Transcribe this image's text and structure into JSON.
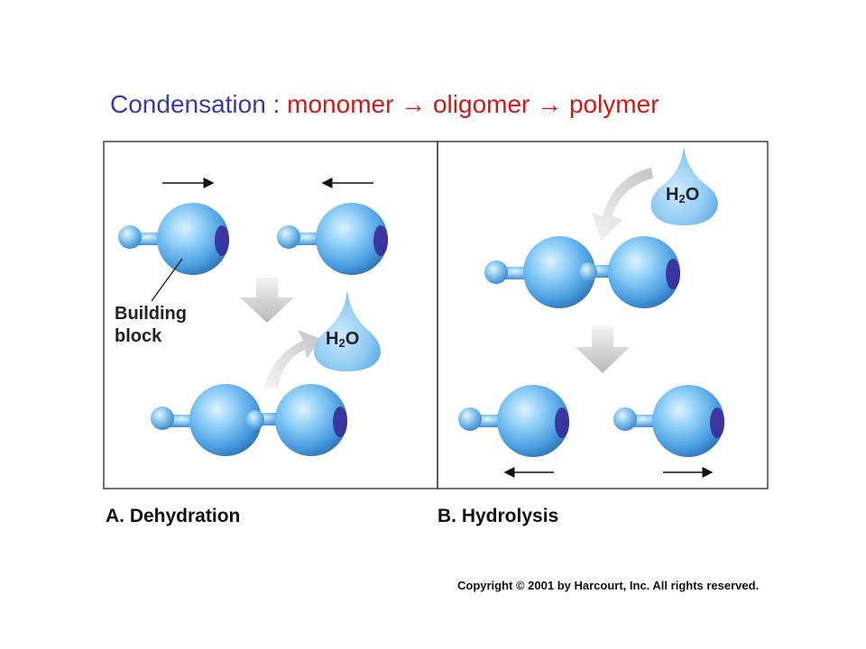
{
  "title": {
    "condensation": "Condensation",
    "separator": ":",
    "monomer": "monomer",
    "arrow": "→",
    "oligomer": "oligomer",
    "polymer": "polymer"
  },
  "panel_a": {
    "caption": "A. Dehydration",
    "building_block_line1": "Building",
    "building_block_line2": "block",
    "water_main": "H",
    "water_sub": "2",
    "water_end": "O"
  },
  "panel_b": {
    "caption": "B. Hydrolysis",
    "water_main": "H",
    "water_sub": "2",
    "water_end": "O"
  },
  "copyright": "Copyright © 2001 by Harcourt, Inc. All rights reserved.",
  "colors": {
    "title_blue": "#3a3aaa",
    "title_red": "#d01818",
    "molecule_blue": "#4a9ee0",
    "socket_purple": "#3a2a9a"
  }
}
